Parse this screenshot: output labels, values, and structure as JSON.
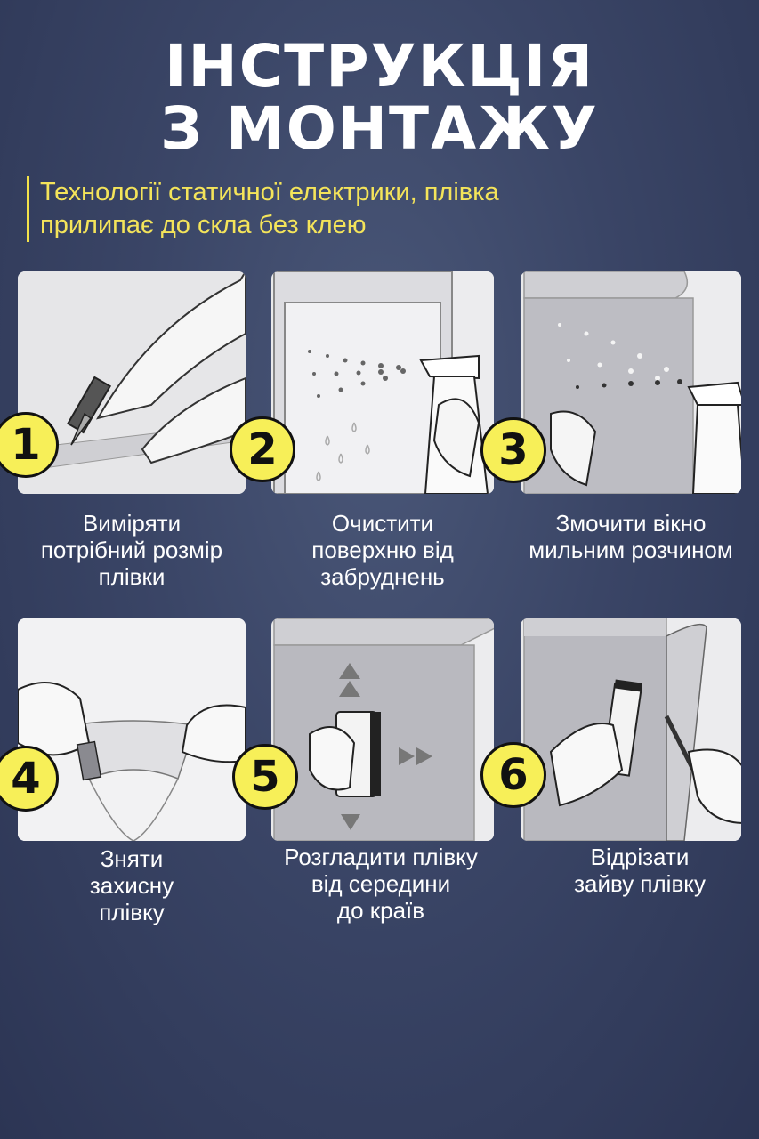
{
  "title": {
    "line1": "ІНСТРУКЦІЯ",
    "line2": "З МОНТАЖУ"
  },
  "subtitle": {
    "line1": "Технології статичної електрики,  плівка",
    "line2": "прилипає до скла без клею"
  },
  "colors": {
    "background": "#3a4566",
    "accent": "#f4e45a",
    "badge": "#f7ef58",
    "card": "#e9e9ea"
  },
  "steps": [
    {
      "number": "1",
      "icon": "knife-cutting-film-icon",
      "caption": [
        "Виміряти",
        "потрібний розмір",
        "плівки"
      ]
    },
    {
      "number": "2",
      "icon": "spray-bottle-cleaning-icon",
      "caption": [
        "Очистити",
        "поверхню від",
        "забруднень"
      ]
    },
    {
      "number": "3",
      "icon": "spray-window-wet-icon",
      "caption": [
        "Змочити вікно",
        "мильним розчином"
      ]
    },
    {
      "number": "4",
      "icon": "peel-protective-film-icon",
      "caption": [
        "Зняти",
        "захисну",
        "плівку"
      ]
    },
    {
      "number": "5",
      "icon": "squeegee-smoothing-icon",
      "caption": [
        "Розгладити плівку",
        "від середини",
        "до країв"
      ]
    },
    {
      "number": "6",
      "icon": "trim-excess-film-icon",
      "caption": [
        "Відрізати",
        "зайву плівку"
      ]
    }
  ]
}
